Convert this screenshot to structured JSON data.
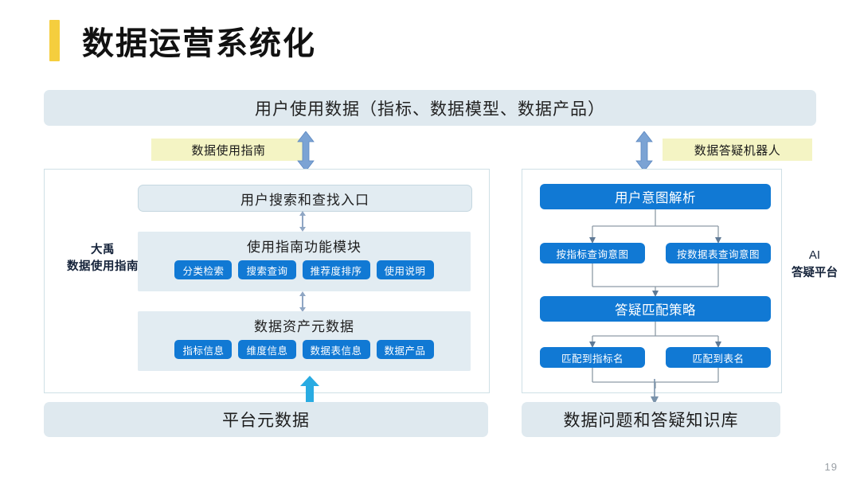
{
  "slide": {
    "title": "数据运营系统化",
    "page_number": "19",
    "accent_color": "#f5ce3e",
    "chip_color": "#1179d4",
    "banner_color": "#dfe9ef",
    "tag_color": "#f4f4c4",
    "arrow_blue": "#7ba3d4",
    "arrow_cyan": "#29abe2"
  },
  "top_banner": {
    "label": "用户使用数据（指标、数据模型、数据产品）"
  },
  "tags": {
    "left": "数据使用指南",
    "right": "数据答疑机器人"
  },
  "left_panel": {
    "side_label_line1": "大禹",
    "side_label_line2": "数据使用指南",
    "entry_box": "用户搜索和查找入口",
    "sections": [
      {
        "title": "使用指南功能模块",
        "chips": [
          "分类检索",
          "搜索查询",
          "推荐度排序",
          "使用说明"
        ]
      },
      {
        "title": "数据资产元数据",
        "chips": [
          "指标信息",
          "维度信息",
          "数据表信息",
          "数据产品"
        ]
      }
    ]
  },
  "right_panel": {
    "ai_label_line1": "AI",
    "ai_label_line2": "答疑平台",
    "nodes": {
      "intent": "用户意图解析",
      "branch_a": "按指标查询意图",
      "branch_b": "按数据表查询意图",
      "strategy": "答疑匹配策略",
      "result_a": "匹配到指标名",
      "result_b": "匹配到表名"
    }
  },
  "bottom": {
    "left": "平台元数据",
    "right": "数据问题和答疑知识库"
  }
}
